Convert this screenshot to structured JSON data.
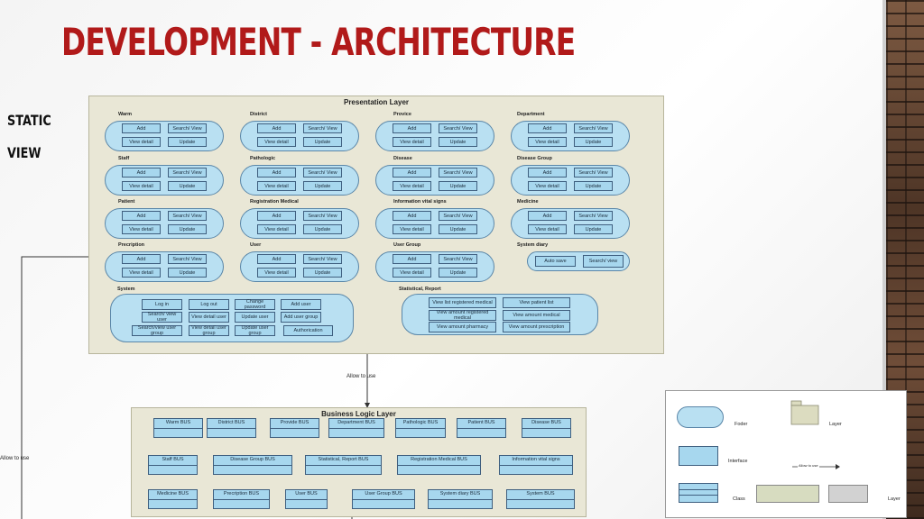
{
  "slide": {
    "title": "DEVELOPMENT - ARCHITECTURE",
    "side_label_1": "STATIC",
    "side_label_2": "VIEW"
  },
  "presentation": {
    "title": "Presentation Layer",
    "groups": [
      {
        "name": "Warm",
        "buttons": [
          "Add",
          "Search/ View",
          "View detail",
          "Update"
        ]
      },
      {
        "name": "District",
        "buttons": [
          "Add",
          "Search/ View",
          "View detail",
          "Update"
        ]
      },
      {
        "name": "Provice",
        "buttons": [
          "Add",
          "Search/ View",
          "View detail",
          "Update"
        ]
      },
      {
        "name": "Department",
        "buttons": [
          "Add",
          "Search/ View",
          "View detail",
          "Update"
        ]
      },
      {
        "name": "Staff",
        "buttons": [
          "Add",
          "Search/ View",
          "View detail",
          "Update"
        ]
      },
      {
        "name": "Pathologic",
        "buttons": [
          "Add",
          "Search/ View",
          "View detail",
          "Update"
        ]
      },
      {
        "name": "Disease",
        "buttons": [
          "Add",
          "Search/ View",
          "View detail",
          "Update"
        ]
      },
      {
        "name": "Disease Group",
        "buttons": [
          "Add",
          "Search/ View",
          "View detail",
          "Update"
        ]
      },
      {
        "name": "Patient",
        "buttons": [
          "Add",
          "Search/ View",
          "View detail",
          "Update"
        ]
      },
      {
        "name": "Registration Medical",
        "buttons": [
          "Add",
          "Search/ View",
          "View detail",
          "Update"
        ]
      },
      {
        "name": "Information vital signs",
        "buttons": [
          "Add",
          "Search/ View",
          "View detail",
          "Update"
        ]
      },
      {
        "name": "Medicine",
        "buttons": [
          "Add",
          "Search/ View",
          "View detail",
          "Update"
        ]
      },
      {
        "name": "Precription",
        "buttons": [
          "Add",
          "Search/ View",
          "View detail",
          "Update"
        ]
      },
      {
        "name": "User",
        "buttons": [
          "Add",
          "Search/ View",
          "View detail",
          "Update"
        ]
      },
      {
        "name": "User Group",
        "buttons": [
          "Add",
          "Search/ View",
          "View detail",
          "Update"
        ]
      },
      {
        "name": "System diary",
        "buttons": [
          "Auto save",
          "Search/ view"
        ]
      },
      {
        "name": "System",
        "buttons": [
          "Log in",
          "Log out",
          "Change password",
          "Add user",
          "Search/ view user",
          "View detail user",
          "Update user",
          "Add user group",
          "Search/view user group",
          "View detail user group",
          "Update user group",
          "Authorication"
        ]
      },
      {
        "name": "Statistical, Report",
        "buttons": [
          "View list registered medical",
          "View patient list",
          "View amount registered medical",
          "View amount medical",
          "View amount pharmacy",
          "View amount prescription"
        ]
      }
    ]
  },
  "connectors": {
    "allow_to_use": "Allow to use",
    "allow_to_use_left": "Allow to use"
  },
  "business": {
    "title": "Business Logic Layer",
    "rows": [
      [
        "Warm BUS",
        "District BUS",
        "Provide BUS",
        "Department BUS",
        "Pathologic BUS",
        "Patient BUS",
        "Disease BUS"
      ],
      [
        "Staff BUS",
        "Disease Group BUS",
        "Statistical, Report BUS",
        "Registration Medical BUS",
        "Information vital signs"
      ],
      [
        "Medicine BUS",
        "Precription BUS",
        "User BUS",
        "User Group BUS",
        "System diary BUS",
        "System BUS"
      ]
    ]
  },
  "legend": {
    "folder": "Foder",
    "layer": "Layer",
    "interface": "Interface",
    "arrow": "Allow to use",
    "class": "Class",
    "layer2": "Layer"
  },
  "colors": {
    "title_red": "#b11a1a",
    "layer_fill": "#e9e7d6",
    "pill_fill": "#b9e0f2",
    "button_fill": "#a7d7ee"
  }
}
